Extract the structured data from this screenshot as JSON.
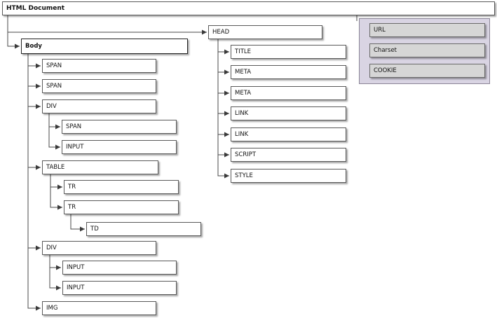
{
  "root": {
    "label": "HTML Document"
  },
  "head": {
    "label": "HEAD",
    "children": [
      "TITLE",
      "META",
      "META",
      "LINK",
      "LINK",
      "SCRIPT",
      "STYLE"
    ]
  },
  "body": {
    "label": "Body",
    "children": [
      {
        "label": "SPAN"
      },
      {
        "label": "SPAN"
      },
      {
        "label": "DIV",
        "children": [
          {
            "label": "SPAN"
          },
          {
            "label": "INPUT"
          }
        ]
      },
      {
        "label": "TABLE",
        "children": [
          {
            "label": "TR"
          },
          {
            "label": "TR",
            "children": [
              {
                "label": "TD"
              }
            ]
          }
        ]
      },
      {
        "label": "DIV",
        "children": [
          {
            "label": "INPUT"
          },
          {
            "label": "INPUT"
          }
        ]
      },
      {
        "label": "IMG"
      }
    ]
  },
  "properties": {
    "items": [
      "URL",
      "Charset",
      "COOKIE"
    ]
  }
}
